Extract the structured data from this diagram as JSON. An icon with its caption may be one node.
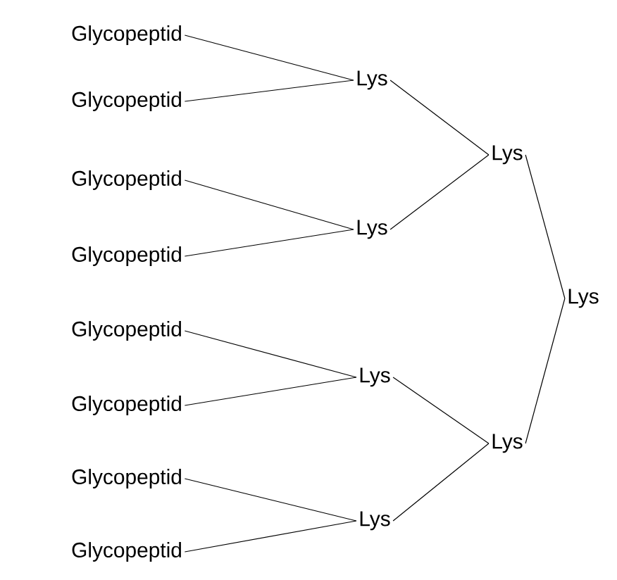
{
  "diagram": {
    "nodes": [
      {
        "text": [
          "Glycopeptid"
        ]
      },
      {
        "text": [
          "Glycopeptid"
        ]
      },
      {
        "text": [
          "Glycopeptid"
        ]
      },
      {
        "text": [
          "Glycopeptid"
        ]
      },
      {
        "text": [
          "Glycopeptid"
        ]
      },
      {
        "text": [
          "Glycopeptid"
        ]
      },
      {
        "text": [
          "Glycopeptid"
        ]
      },
      {
        "text": [
          "Glycopeptid"
        ]
      },
      {
        "text": [
          "Lys"
        ]
      },
      {
        "text": [
          "Lys"
        ]
      },
      {
        "text": [
          "Lys"
        ]
      },
      {
        "text": [
          "Lys"
        ]
      },
      {
        "text": [
          "Lys"
        ]
      },
      {
        "text": [
          "Lys"
        ]
      },
      {
        "text": [
          "Lys"
        ]
      }
    ],
    "edges": [
      {
        "from": 0,
        "to": 8,
        "arrow": "none"
      },
      {
        "from": 1,
        "to": 8,
        "arrow": "none"
      },
      {
        "from": 2,
        "to": 9,
        "arrow": "none"
      },
      {
        "from": 3,
        "to": 9,
        "arrow": "none"
      },
      {
        "from": 4,
        "to": 10,
        "arrow": "none"
      },
      {
        "from": 5,
        "to": 10,
        "arrow": "none"
      },
      {
        "from": 6,
        "to": 11,
        "arrow": "none"
      },
      {
        "from": 7,
        "to": 11,
        "arrow": "none"
      },
      {
        "from": 8,
        "to": 12,
        "arrow": "none"
      },
      {
        "from": 9,
        "to": 12,
        "arrow": "none"
      },
      {
        "from": 10,
        "to": 13,
        "arrow": "none"
      },
      {
        "from": 11,
        "to": 13,
        "arrow": "none"
      },
      {
        "from": 12,
        "to": 14,
        "arrow": "none"
      },
      {
        "from": 13,
        "to": 14,
        "arrow": "none"
      }
    ]
  }
}
